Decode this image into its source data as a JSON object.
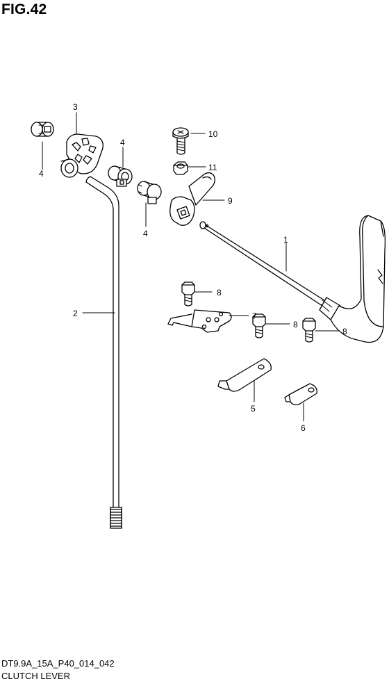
{
  "figure": {
    "title": "FIG.42"
  },
  "footer": {
    "code": "DT9.9A_15A_P40_014_042",
    "name": "CLUTCH LEVER"
  },
  "callouts": [
    {
      "id": "c1",
      "text": "1"
    },
    {
      "id": "c2",
      "text": "2"
    },
    {
      "id": "c3",
      "text": "3"
    },
    {
      "id": "c4a",
      "text": "4"
    },
    {
      "id": "c4b",
      "text": "4"
    },
    {
      "id": "c4c",
      "text": "4"
    },
    {
      "id": "c5",
      "text": "5"
    },
    {
      "id": "c6",
      "text": "6"
    },
    {
      "id": "c7",
      "text": "7"
    },
    {
      "id": "c8a",
      "text": "8"
    },
    {
      "id": "c8b",
      "text": "8"
    },
    {
      "id": "c8c",
      "text": "8"
    },
    {
      "id": "c9",
      "text": "9"
    },
    {
      "id": "c10",
      "text": "10"
    },
    {
      "id": "c11",
      "text": "11"
    }
  ]
}
